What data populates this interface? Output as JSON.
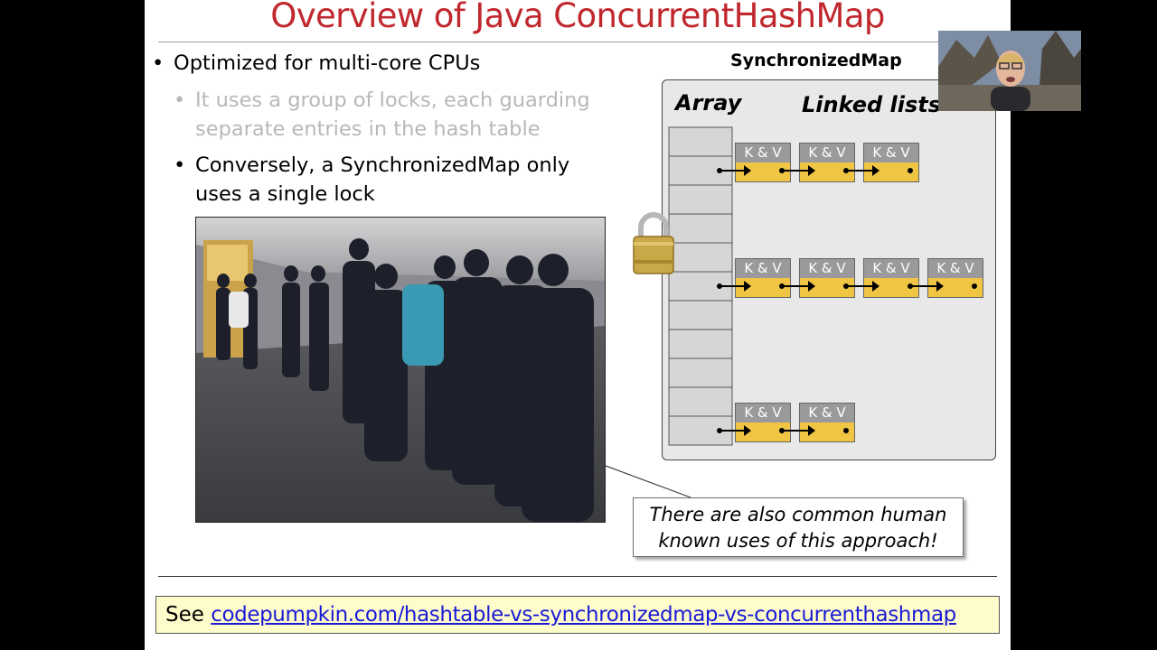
{
  "slide": {
    "title": "Overview of Java ConcurrentHashMap",
    "bullet1": "Optimized for multi-core CPUs",
    "bullet2_line1": "It uses a group of locks, each guarding",
    "bullet2_line2": "separate entries in the hash table",
    "bullet3_line1": "Conversely, a SynchronizedMap only",
    "bullet3_line2": "uses a single lock",
    "callout_line1": "There are also common human",
    "callout_line2": "known uses of this approach!",
    "see_prefix": "See ",
    "see_link": "codepumpkin.com/hashtable-vs-synchronizedmap-vs-concurrenthashmap"
  },
  "diagram": {
    "title": "SynchronizedMap",
    "array_label": "Array",
    "lists_label": "Linked lists",
    "node_label": "K & V",
    "array_cells": 11,
    "rows": [
      {
        "cell": 1,
        "nodes": 3
      },
      {
        "cell": 5,
        "nodes": 4
      },
      {
        "cell": 10,
        "nodes": 2
      }
    ]
  },
  "colors": {
    "title": "#c0282d",
    "node_key": "#9a9a9a",
    "node_value": "#f0c544",
    "link": "#1a1ad6",
    "link_box": "#fffccb",
    "diagram_bg": "#e8e8e8",
    "lock": "#c9a848"
  },
  "icons": [
    "padlock-icon",
    "bullet-icon"
  ]
}
